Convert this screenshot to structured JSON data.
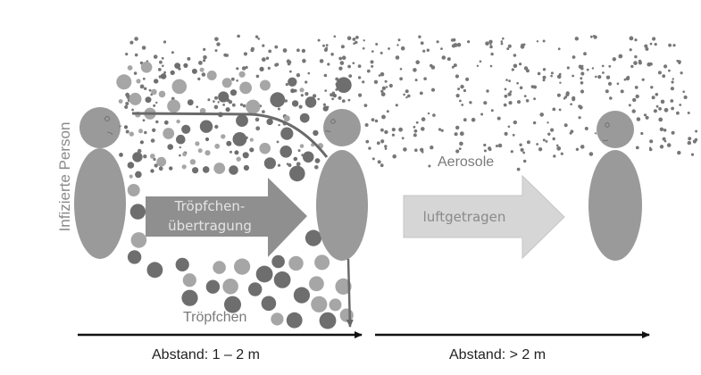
{
  "labels": {
    "infected_person": "Infizierte Person",
    "droplet_arrow_line1": "Tröpfchen-",
    "droplet_arrow_line2": "übertragung",
    "airborne_arrow": "luftgetragen",
    "aerosols": "Aerosole",
    "droplets": "Tröpfchen",
    "distance_near": "Abstand: 1 – 2 m",
    "distance_far": "Abstand: > 2 m"
  },
  "colors": {
    "person": "#9a9a9a",
    "droplet_dark": "#6e6e6e",
    "droplet_light": "#a6a6a6",
    "droplet_arrow": "#8f8f8f",
    "airborne_arrow": "#d6d6d6",
    "aerosol": "#777777",
    "axis": "#111111"
  }
}
